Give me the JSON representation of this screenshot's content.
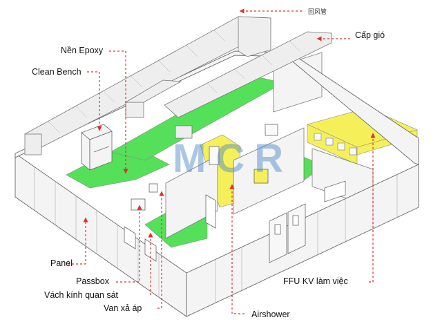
{
  "labels": {
    "return_air": "回风管",
    "supply_air": "Cấp gió",
    "epoxy_floor": "Nền Epoxy",
    "clean_bench": "Clean Bench",
    "panel": "Panel",
    "passbox": "Passbox",
    "observation_window": "Vách kính quan sát",
    "pressure_valve": "Van xả áp",
    "airshower": "Airshower",
    "ffu": "FFU KV làm việc"
  },
  "watermark": "MCR",
  "colors": {
    "floor_green": "#55e05a",
    "ffu_yellow": "#f5f05a",
    "leader_red": "#e0302a",
    "wall_fill": "#f4f4f4",
    "duct_fill": "#eeeeee",
    "watermark_blue": "#4a8fd8"
  }
}
